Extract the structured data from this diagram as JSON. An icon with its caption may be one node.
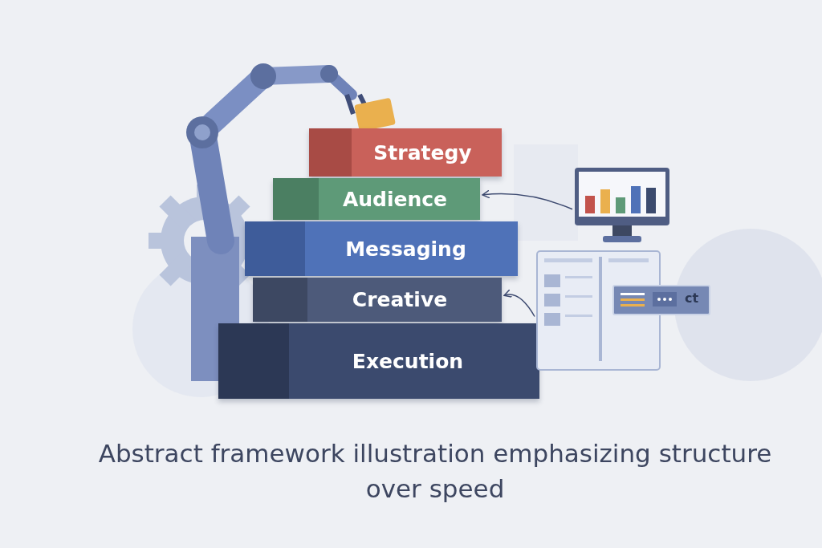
{
  "diagram": {
    "caption": "Abstract framework illustration emphasizing structure over speed",
    "nodes": [
      {
        "text": [
          "Strategy"
        ]
      },
      {
        "text": [
          "Audience"
        ]
      },
      {
        "text": [
          "Messaging"
        ]
      },
      {
        "text": [
          "Creative"
        ]
      },
      {
        "text": [
          "Execution"
        ]
      },
      {
        "text": [],
        "shape": "picture"
      },
      {
        "text": [],
        "shape": "picture"
      }
    ],
    "edges": [
      {
        "from": 5,
        "to": 1,
        "arrow": "to"
      },
      {
        "from": 6,
        "to": 3,
        "arrow": "to"
      }
    ],
    "labels": [
      "ct"
    ]
  }
}
